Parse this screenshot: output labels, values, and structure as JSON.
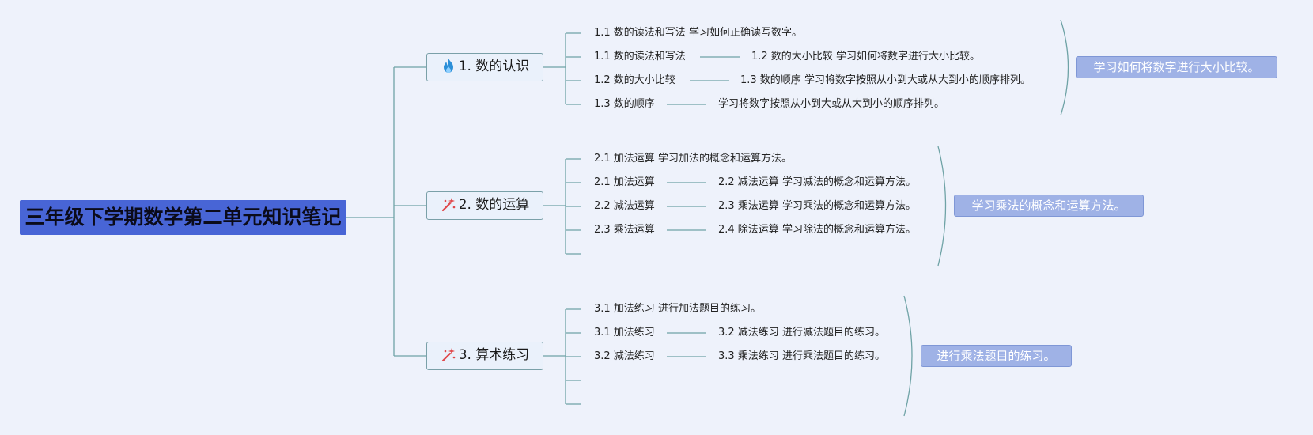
{
  "root": {
    "title": "三年级下学期数学第二单元知识笔记"
  },
  "branches": [
    {
      "label": "1. 数的认识",
      "icon": "flame-icon",
      "rows": [
        {
          "a": "1.1 数的读法和写法 学习如何正确读写数字。",
          "b": ""
        },
        {
          "a": "1.1 数的读法和写法",
          "b": "1.2 数的大小比较 学习如何将数字进行大小比较。"
        },
        {
          "a": "1.2 数的大小比较",
          "b": "1.3 数的顺序 学习将数字按照从小到大或从大到小的顺序排列。"
        },
        {
          "a": "1.3 数的顺序",
          "b": "学习将数字按照从小到大或从大到小的顺序排列。"
        }
      ],
      "summary": "学习如何将数字进行大小比较。"
    },
    {
      "label": "2. 数的运算",
      "icon": "magic-wand-icon",
      "rows": [
        {
          "a": "2.1 加法运算 学习加法的概念和运算方法。",
          "b": ""
        },
        {
          "a": "2.1 加法运算",
          "b": "2.2 减法运算 学习减法的概念和运算方法。"
        },
        {
          "a": "2.2 减法运算",
          "b": "2.3 乘法运算 学习乘法的概念和运算方法。"
        },
        {
          "a": "2.3 乘法运算",
          "b": "2.4 除法运算 学习除法的概念和运算方法。"
        },
        {
          "a": "",
          "b": ""
        }
      ],
      "summary": "学习乘法的概念和运算方法。"
    },
    {
      "label": "3. 算术练习",
      "icon": "magic-wand-icon",
      "rows": [
        {
          "a": "3.1 加法练习 进行加法题目的练习。",
          "b": ""
        },
        {
          "a": "3.1 加法练习",
          "b": "3.2 减法练习 进行减法题目的练习。"
        },
        {
          "a": "3.2 减法练习",
          "b": "3.3 乘法练习 进行乘法题目的练习。"
        },
        {
          "a": "",
          "b": ""
        },
        {
          "a": "",
          "b": ""
        }
      ],
      "summary": "进行乘法题目的练习。"
    }
  ],
  "colors": {
    "background": "#eef2fb",
    "root_fill": "#4865d6",
    "connector": "#6fa3a6",
    "summary_fill": "#9fb2e6",
    "flame": "#2b8fd8",
    "wand": "#e0484b"
  }
}
